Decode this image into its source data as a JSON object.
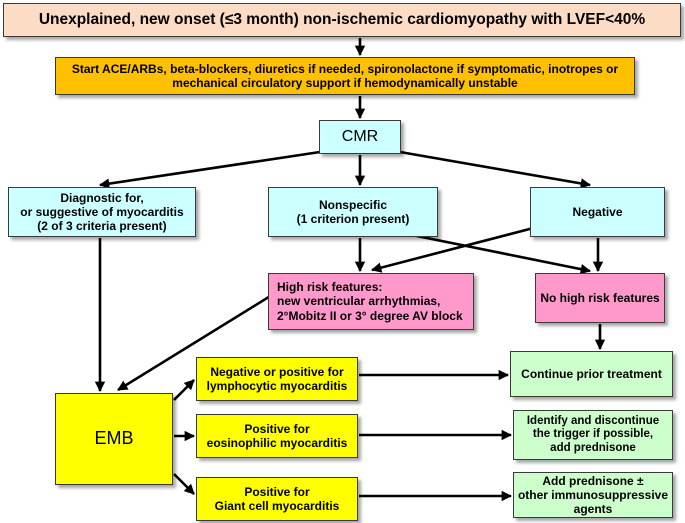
{
  "colors": {
    "title_bg": "#fcdcc4",
    "start_bg": "#ffc000",
    "light_blue": "#ccffff",
    "pink": "#ff99cc",
    "yellow": "#ffff00",
    "light_green": "#ccffcc",
    "arrow": "#000000"
  },
  "title": "Unexplained, new onset (≤3 month) non-ischemic cardiomyopathy with LVEF<40%",
  "start_treatment": "Start ACE/ARBs, beta-blockers, diuretics if needed, spironolactone if symptomatic, inotropes or mechanical circulatory support if hemodynamically unstable",
  "cmr": "CMR",
  "cmr_results": {
    "diagnostic": "Diagnostic for,\nor suggestive of myocarditis\n(2 of 3 criteria present)",
    "nonspecific": "Nonspecific\n(1 criterion present)",
    "negative": "Negative"
  },
  "risk": {
    "high": "High risk features:\nnew ventricular arrhythmias,\n2°Mobitz II or 3° degree  AV block",
    "none": "No high risk features"
  },
  "emb": "EMB",
  "emb_results": {
    "lymphocytic": "Negative or positive for\nlymphocytic myocarditis",
    "eosinophilic": "Positive for\neosinophilic myocarditis",
    "giant_cell": "Positive for\nGiant cell myocarditis"
  },
  "actions": {
    "continue": "Continue prior treatment",
    "identify": "Identify and discontinue\nthe trigger if possible,\nadd prednisone",
    "prednisone": "Add prednisone ±\nother immunosuppressive\nagents"
  }
}
